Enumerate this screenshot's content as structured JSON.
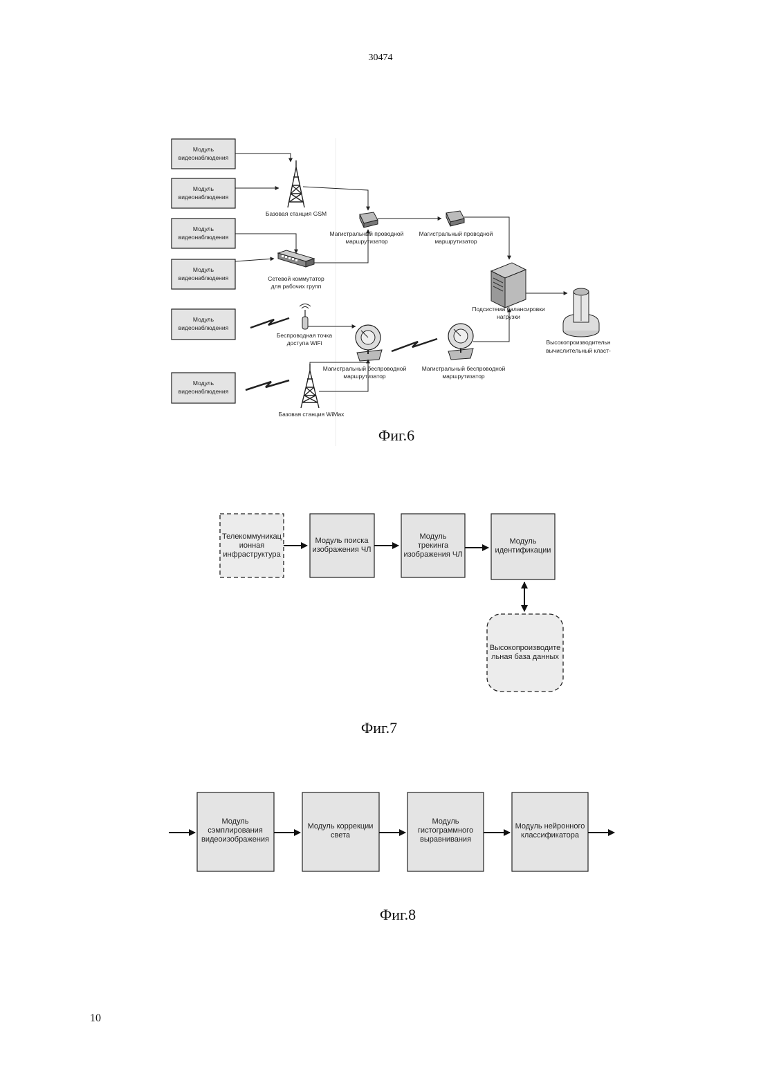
{
  "page": {
    "number_top": "30474",
    "number_bottom": "10"
  },
  "fig6": {
    "caption": "Фиг.6",
    "modules": [
      [
        "Модуль",
        "видеонаблюдения"
      ],
      [
        "Модуль",
        "видеонаблюдения"
      ],
      [
        "Модуль",
        "видеонаблюдения"
      ],
      [
        "Модуль",
        "видеонаблюдения"
      ],
      [
        "Модуль",
        "видеонаблюдения"
      ],
      [
        "Модуль",
        "видеонаблюдения"
      ]
    ],
    "gsm": "Базовая станция GSM",
    "router_wired_1": [
      "Магистральный проводной",
      "маршрутизатор"
    ],
    "router_wired_2": [
      "Магистральный проводной",
      "маршрутизатор"
    ],
    "switch": [
      "Сетевой коммутатор",
      "для рабочих групп"
    ],
    "balancer": [
      "Подсистема балансировки",
      "нагрузки"
    ],
    "wifi": [
      "Беспроводная точка",
      "доступа WiFi"
    ],
    "router_wireless_1": [
      "Магистральный беспроводной",
      "маршрутизатор"
    ],
    "router_wireless_2": [
      "Магистральный беспроводной",
      "маршрутизатор"
    ],
    "cluster": [
      "Высокопроизводительн",
      "вычислительный класт-"
    ],
    "wimax": "Базовая станция WiMax"
  },
  "fig7": {
    "caption": "Фиг.7",
    "telecom": [
      "Телекоммуникац",
      "ионная",
      "инфраструктура"
    ],
    "search": [
      "Модуль поиска",
      "изображения ЧЛ"
    ],
    "tracking": [
      "Модуль",
      "трекинга",
      "изображения ЧЛ"
    ],
    "ident": [
      "Модуль",
      "идентификации"
    ],
    "db": [
      "Высокопроизводите",
      "льная база данных"
    ]
  },
  "fig8": {
    "caption": "Фиг.8",
    "sampling": [
      "Модуль",
      "сэмплирования",
      "видеоизображения"
    ],
    "light": [
      "Модуль коррекции",
      "света"
    ],
    "hist": [
      "Модуль",
      "гистограммного",
      "выравнивания"
    ],
    "neural": [
      "Модуль нейронного",
      "классификатора"
    ]
  }
}
